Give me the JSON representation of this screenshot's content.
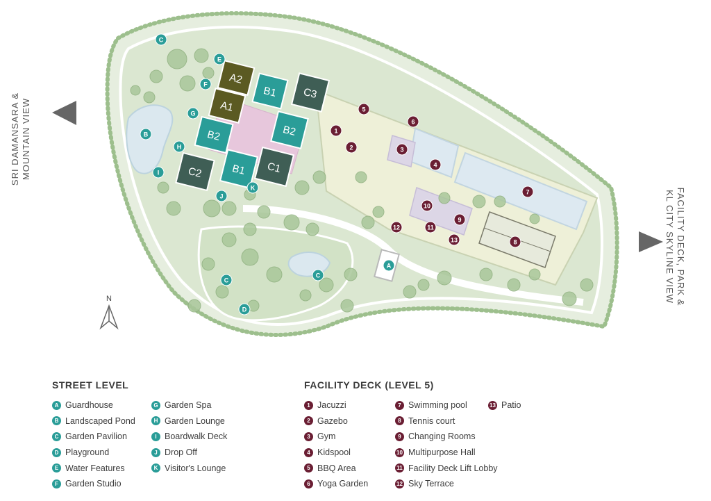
{
  "map": {
    "direction_left": [
      "SRI DAMANSARA &",
      "MOUNTAIN VIEW"
    ],
    "direction_right": [
      "FACILITY DECK, PARK &",
      "KL CITY SKYLINE VIEW"
    ],
    "north_label": "N",
    "blocks": [
      {
        "label": "A2"
      },
      {
        "label": "A1"
      },
      {
        "label": "B1"
      },
      {
        "label": "C3"
      },
      {
        "label": "B2"
      },
      {
        "label": "B2"
      },
      {
        "label": "C2"
      },
      {
        "label": "B1"
      },
      {
        "label": "C1"
      }
    ],
    "street_markers": [
      "A",
      "B",
      "C",
      "C",
      "C",
      "D",
      "E",
      "F",
      "G",
      "H",
      "I",
      "J",
      "K"
    ],
    "deck_markers": [
      "1",
      "2",
      "3",
      "4",
      "5",
      "6",
      "7",
      "8",
      "9",
      "10",
      "11",
      "12",
      "13"
    ]
  },
  "street_level": {
    "title": "STREET LEVEL",
    "items": [
      {
        "marker": "A",
        "label": "Guardhouse"
      },
      {
        "marker": "B",
        "label": "Landscaped Pond"
      },
      {
        "marker": "C",
        "label": "Garden Pavilion"
      },
      {
        "marker": "D",
        "label": "Playground"
      },
      {
        "marker": "E",
        "label": "Water Features"
      },
      {
        "marker": "F",
        "label": "Garden Studio"
      },
      {
        "marker": "G",
        "label": "Garden Spa"
      },
      {
        "marker": "H",
        "label": "Garden Lounge"
      },
      {
        "marker": "I",
        "label": "Boardwalk Deck"
      },
      {
        "marker": "J",
        "label": "Drop Off"
      },
      {
        "marker": "K",
        "label": "Visitor's Lounge"
      }
    ]
  },
  "facility_deck": {
    "title": "FACILITY DECK (LEVEL 5)",
    "items": [
      {
        "marker": "1",
        "label": "Jacuzzi"
      },
      {
        "marker": "2",
        "label": "Gazebo"
      },
      {
        "marker": "3",
        "label": "Gym"
      },
      {
        "marker": "4",
        "label": "Kidspool"
      },
      {
        "marker": "5",
        "label": "BBQ Area"
      },
      {
        "marker": "6",
        "label": "Yoga Garden"
      },
      {
        "marker": "7",
        "label": "Swimming pool"
      },
      {
        "marker": "8",
        "label": "Tennis court"
      },
      {
        "marker": "9",
        "label": "Changing Rooms"
      },
      {
        "marker": "10",
        "label": "Multipurpose Hall"
      },
      {
        "marker": "11",
        "label": "Facility Deck Lift Lobby"
      },
      {
        "marker": "12",
        "label": "Sky Terrace"
      },
      {
        "marker": "13",
        "label": "Patio"
      }
    ]
  },
  "colors": {
    "street_marker": "#2a9d98",
    "deck_marker": "#6a1e33",
    "block_teal": "#2a9d98",
    "block_dark": "#3f5e55",
    "block_olive": "#5b5a22",
    "lawn": "#dfe9d6",
    "tree": "#a9c79a"
  }
}
